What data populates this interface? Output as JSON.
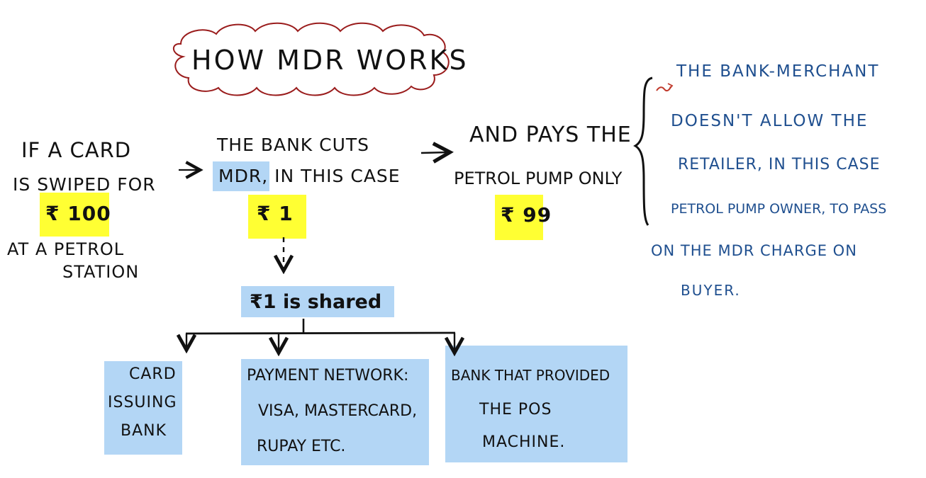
{
  "title": "How MDR Works",
  "step1": {
    "lines": [
      "If a card",
      "is swiped for",
      "₹ 100",
      "at a petrol",
      "station"
    ]
  },
  "step2": {
    "lines": [
      "The bank cuts",
      "MDR, in this case",
      "₹ 1"
    ]
  },
  "step3": {
    "lines": [
      "And pays the",
      "Petrol Pump only",
      "₹ 99"
    ]
  },
  "shared": {
    "label": "₹1 is shared"
  },
  "recipients": [
    {
      "lines": [
        "Card",
        "Issuing",
        "Bank"
      ]
    },
    {
      "lines": [
        "Payment Network:",
        "Visa, Mastercard,",
        "Rupay etc."
      ]
    },
    {
      "lines": [
        "Bank that provided",
        "the PoS",
        "machine."
      ]
    }
  ],
  "note": {
    "lines": [
      "The Bank-Merchant",
      "doesn't allow the",
      "Retailer, in this case",
      "Petrol Pump owner, to pass",
      "on the MDR charge on",
      "buyer."
    ]
  },
  "colors": {
    "ink": "#111111",
    "note_ink": "#1f4f8f",
    "highlight_yellow": "#ffff33",
    "highlight_blue": "#b3d6f5",
    "cloud_outline": "#9a1c1c"
  }
}
